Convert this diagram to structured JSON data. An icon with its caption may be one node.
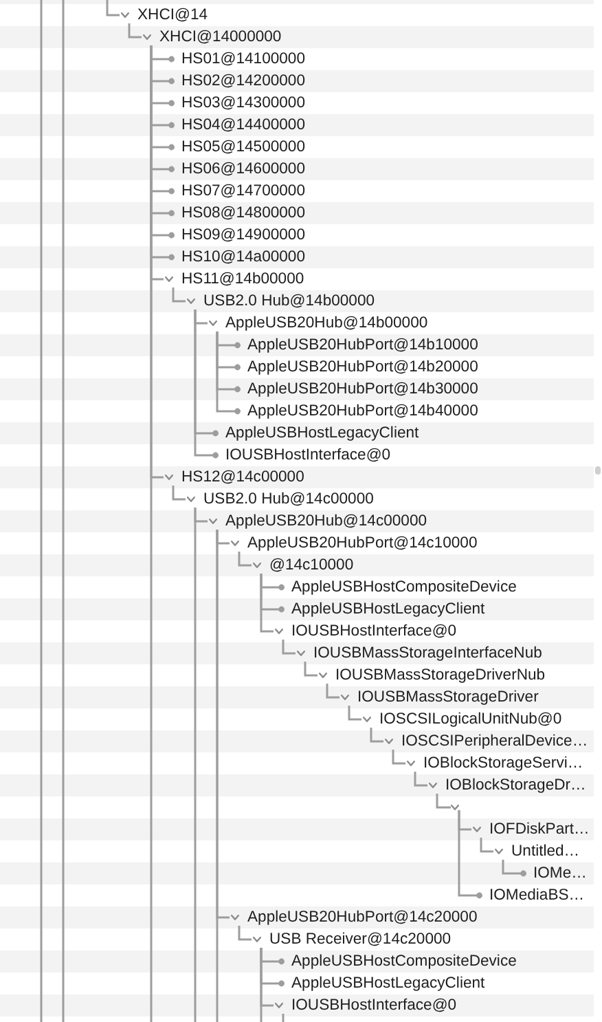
{
  "diagram": {
    "nodes": [
      {
        "text": [
          "XHCI@14"
        ]
      },
      {
        "text": [
          "XHCI@14000000"
        ]
      },
      {
        "text": [
          "HS01@14100000"
        ]
      },
      {
        "text": [
          "HS02@14200000"
        ]
      },
      {
        "text": [
          "HS03@14300000"
        ]
      },
      {
        "text": [
          "HS04@14400000"
        ]
      },
      {
        "text": [
          "HS05@14500000"
        ]
      },
      {
        "text": [
          "HS06@14600000"
        ]
      },
      {
        "text": [
          "HS07@14700000"
        ]
      },
      {
        "text": [
          "HS08@14800000"
        ]
      },
      {
        "text": [
          "HS09@14900000"
        ]
      },
      {
        "text": [
          "HS10@14a00000"
        ]
      },
      {
        "text": [
          "HS11@14b00000"
        ]
      },
      {
        "text": [
          "USB2.0 Hub@14b00000"
        ]
      },
      {
        "text": [
          "AppleUSB20Hub@14b00000"
        ]
      },
      {
        "text": [
          "AppleUSB20HubPort@14b10000"
        ]
      },
      {
        "text": [
          "AppleUSB20HubPort@14b20000"
        ]
      },
      {
        "text": [
          "AppleUSB20HubPort@14b30000"
        ]
      },
      {
        "text": [
          "AppleUSB20HubPort@14b40000"
        ]
      },
      {
        "text": [
          "AppleUSBHostLegacyClient"
        ]
      },
      {
        "text": [
          "IOUSBHostInterface@0"
        ]
      },
      {
        "text": [
          "HS12@14c00000"
        ]
      },
      {
        "text": [
          "USB2.0 Hub@14c00000"
        ]
      },
      {
        "text": [
          "AppleUSB20Hub@14c00000"
        ]
      },
      {
        "text": [
          "AppleUSB20HubPort@14c10000"
        ]
      },
      {
        "text": [
          "@14c10000"
        ]
      },
      {
        "text": [
          "AppleUSBHostCompositeDevice"
        ]
      },
      {
        "text": [
          "AppleUSBHostLegacyClient"
        ]
      },
      {
        "text": [
          "IOUSBHostInterface@0"
        ]
      },
      {
        "text": [
          "IOUSBMassStorageInterfaceNub"
        ]
      },
      {
        "text": [
          "IOUSBMassStorageDriverNub"
        ]
      },
      {
        "text": [
          "IOUSBMassStorageDriver"
        ]
      },
      {
        "text": [
          "IOSCSILogicalUnitNub@0"
        ]
      },
      {
        "text": [
          "IOSCSIPeripheralDevice…"
        ]
      },
      {
        "text": [
          "IOBlockStorageServi…"
        ]
      },
      {
        "text": [
          "IOBlockStorageDr…"
        ]
      },
      {
        "text": [],
        "shape": "chevron"
      },
      {
        "text": [
          "IOFDiskPart…"
        ]
      },
      {
        "text": [
          "Untitled…"
        ]
      },
      {
        "text": [
          "IOMe…"
        ]
      },
      {
        "text": [
          "IOMediaBS…"
        ]
      },
      {
        "text": [
          "AppleUSB20HubPort@14c20000"
        ]
      },
      {
        "text": [
          "USB Receiver@14c20000"
        ]
      },
      {
        "text": [
          "AppleUSBHostCompositeDevice"
        ]
      },
      {
        "text": [
          "AppleUSBHostLegacyClient"
        ]
      },
      {
        "text": [
          "IOUSBHostInterface@0"
        ]
      }
    ],
    "edges": [
      {
        "from": null,
        "to": 0,
        "arrow": "none"
      },
      {
        "from": 0,
        "to": 1,
        "arrow": "none"
      },
      {
        "from": 1,
        "to": 2,
        "arrow": "other"
      },
      {
        "from": 1,
        "to": 3,
        "arrow": "other"
      },
      {
        "from": 1,
        "to": 4,
        "arrow": "other"
      },
      {
        "from": 1,
        "to": 5,
        "arrow": "other"
      },
      {
        "from": 1,
        "to": 6,
        "arrow": "other"
      },
      {
        "from": 1,
        "to": 7,
        "arrow": "other"
      },
      {
        "from": 1,
        "to": 8,
        "arrow": "other"
      },
      {
        "from": 1,
        "to": 9,
        "arrow": "other"
      },
      {
        "from": 1,
        "to": 10,
        "arrow": "other"
      },
      {
        "from": 1,
        "to": 11,
        "arrow": "other"
      },
      {
        "from": 1,
        "to": 12,
        "arrow": "none"
      },
      {
        "from": 12,
        "to": 13,
        "arrow": "none"
      },
      {
        "from": 13,
        "to": 14,
        "arrow": "none"
      },
      {
        "from": 14,
        "to": 15,
        "arrow": "other"
      },
      {
        "from": 14,
        "to": 16,
        "arrow": "other"
      },
      {
        "from": 14,
        "to": 17,
        "arrow": "other"
      },
      {
        "from": 14,
        "to": 18,
        "arrow": "other"
      },
      {
        "from": 13,
        "to": 19,
        "arrow": "other"
      },
      {
        "from": 13,
        "to": 20,
        "arrow": "other"
      },
      {
        "from": 1,
        "to": 21,
        "arrow": "none"
      },
      {
        "from": 21,
        "to": 22,
        "arrow": "none"
      },
      {
        "from": 22,
        "to": 23,
        "arrow": "none"
      },
      {
        "from": 23,
        "to": 24,
        "arrow": "none"
      },
      {
        "from": 24,
        "to": 25,
        "arrow": "none"
      },
      {
        "from": 25,
        "to": 26,
        "arrow": "other"
      },
      {
        "from": 25,
        "to": 27,
        "arrow": "other"
      },
      {
        "from": 25,
        "to": 28,
        "arrow": "none"
      },
      {
        "from": 28,
        "to": 29,
        "arrow": "none"
      },
      {
        "from": 29,
        "to": 30,
        "arrow": "none"
      },
      {
        "from": 30,
        "to": 31,
        "arrow": "none"
      },
      {
        "from": 31,
        "to": 32,
        "arrow": "none"
      },
      {
        "from": 32,
        "to": 33,
        "arrow": "none"
      },
      {
        "from": 33,
        "to": 34,
        "arrow": "none"
      },
      {
        "from": 34,
        "to": 35,
        "arrow": "none"
      },
      {
        "from": 35,
        "to": 36,
        "arrow": "none"
      },
      {
        "from": 36,
        "to": 37,
        "arrow": "none"
      },
      {
        "from": 37,
        "to": 38,
        "arrow": "none"
      },
      {
        "from": 38,
        "to": 39,
        "arrow": "other"
      },
      {
        "from": 36,
        "to": 40,
        "arrow": "other"
      },
      {
        "from": 23,
        "to": 41,
        "arrow": "none"
      },
      {
        "from": 41,
        "to": 42,
        "arrow": "none"
      },
      {
        "from": 42,
        "to": 43,
        "arrow": "other"
      },
      {
        "from": 42,
        "to": 44,
        "arrow": "other"
      },
      {
        "from": 42,
        "to": 45,
        "arrow": "none"
      },
      {
        "from": 1,
        "to": null,
        "arrow": "none"
      },
      {
        "from": 22,
        "to": null,
        "arrow": "none"
      },
      {
        "from": 23,
        "to": null,
        "arrow": "none"
      },
      {
        "from": 42,
        "to": null,
        "arrow": "none"
      },
      {
        "from": 45,
        "to": null,
        "arrow": "none"
      }
    ]
  }
}
